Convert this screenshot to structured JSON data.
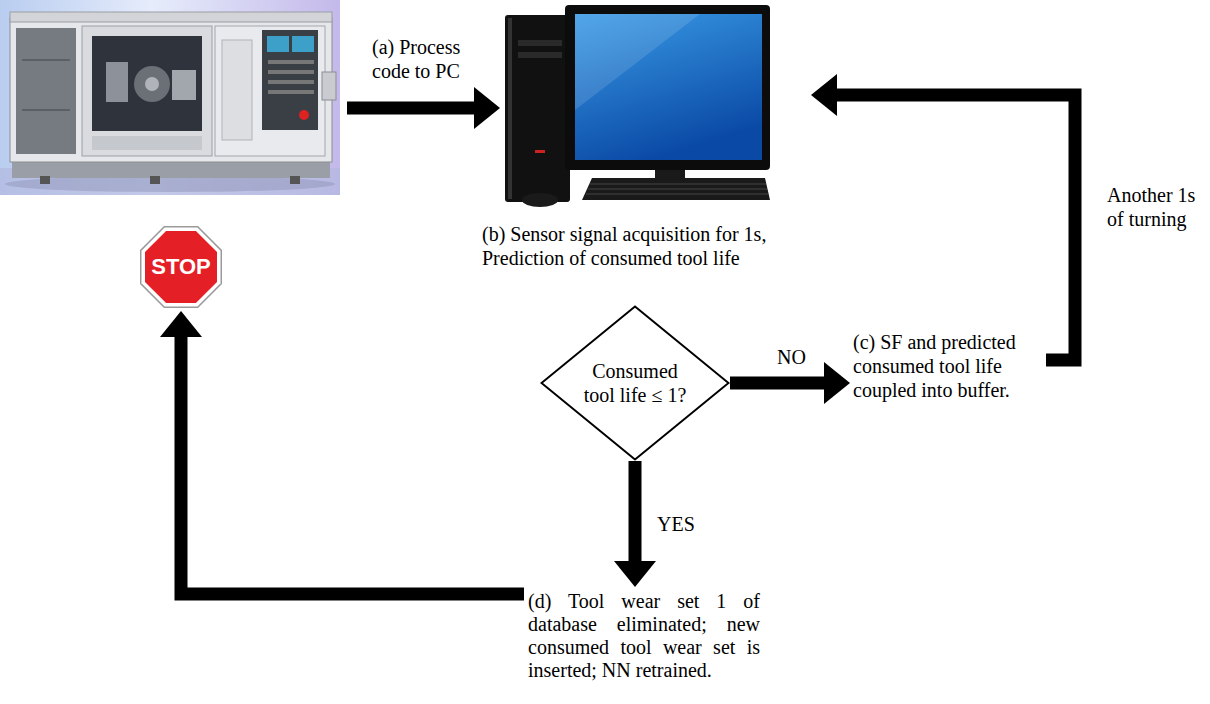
{
  "diagram": {
    "nodes": [
      {
        "text": [
          "STOP"
        ]
      },
      {
        "text": [
          "(b) Sensor signal acquisition for 1s, Prediction of consumed tool life"
        ]
      },
      {
        "text": [
          "Consumed tool life ≤ 1?"
        ]
      },
      {
        "text": [
          "(c) SF and predicted consumed tool life coupled into buffer."
        ]
      },
      {
        "text": [
          "(d) Tool wear set 1 of database eliminated; new consumed tool wear set is inserted; NN retrained."
        ]
      }
    ],
    "edges": [
      {
        "from": 2,
        "to": 3,
        "arrow": "to",
        "label": "NO"
      },
      {
        "from": 2,
        "to": 4,
        "arrow": "to",
        "label": "YES"
      },
      {
        "from": 3,
        "to": 1,
        "arrow": "to",
        "label": "Another 1s of turning"
      },
      {
        "from": 4,
        "to": 0,
        "arrow": "to"
      }
    ],
    "labels": [
      "(a) Process code to PC"
    ]
  }
}
